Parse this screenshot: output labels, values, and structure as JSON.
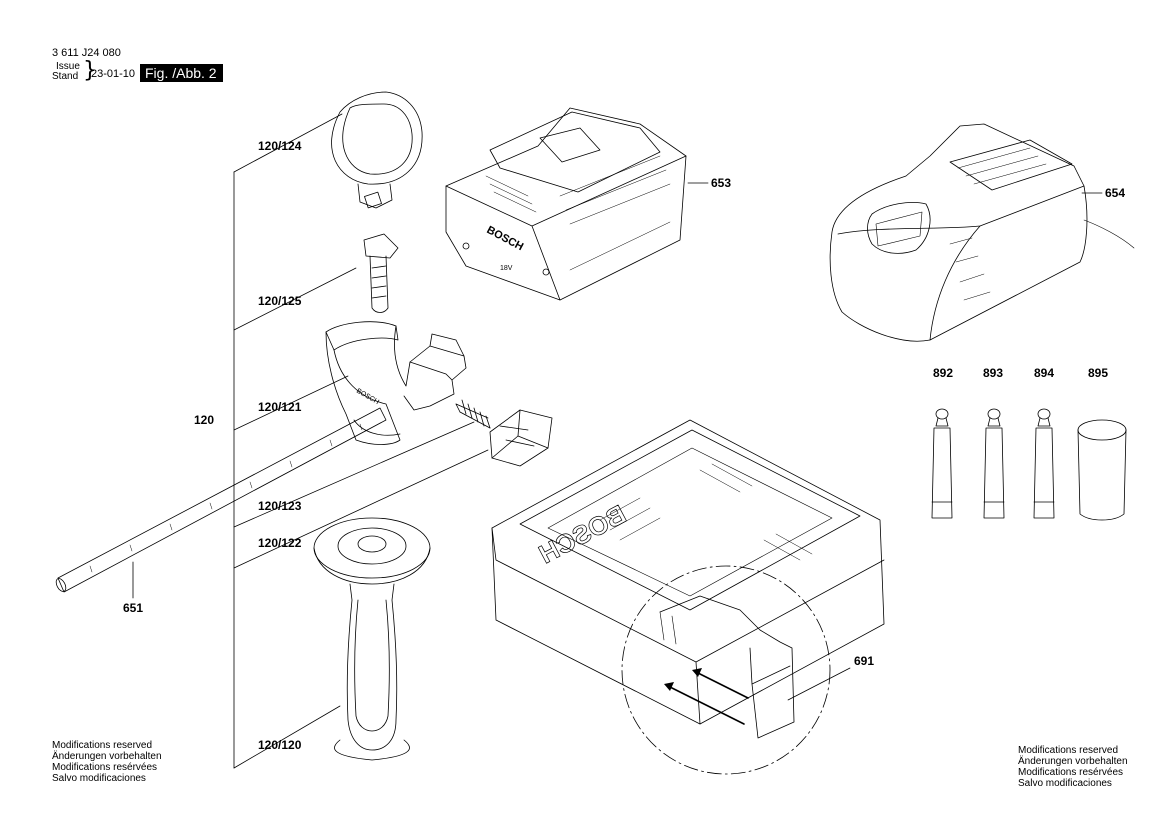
{
  "header": {
    "doc_number": "3 611 J24 080",
    "issue_label": "Issue",
    "stand_label": "Stand",
    "issue_date": "23-01-10",
    "figure_label": "Fig. /Abb. 2"
  },
  "callouts": {
    "c120_124": "120/124",
    "c120_125": "120/125",
    "c120": "120",
    "c120_121": "120/121",
    "c120_123": "120/123",
    "c120_122": "120/122",
    "c120_120": "120/120",
    "c651": "651",
    "c653": "653",
    "c654": "654",
    "c892": "892",
    "c893": "893",
    "c894": "894",
    "c895": "895",
    "c691": "691"
  },
  "notes": {
    "left": [
      "Modifications reserved",
      "Änderungen vorbehalten",
      "Modifications resérvées",
      "Salvo modificaciones"
    ],
    "right": [
      "Modifications reserved",
      "Änderungen vorbehalten",
      "Modifications resérvées",
      "Salvo modificaciones"
    ]
  },
  "artwork": {
    "battery_brand": "BOSCH",
    "battery_small_label": "18V",
    "case_brand": "BOSCH",
    "handle_brand": "BOSCH"
  }
}
